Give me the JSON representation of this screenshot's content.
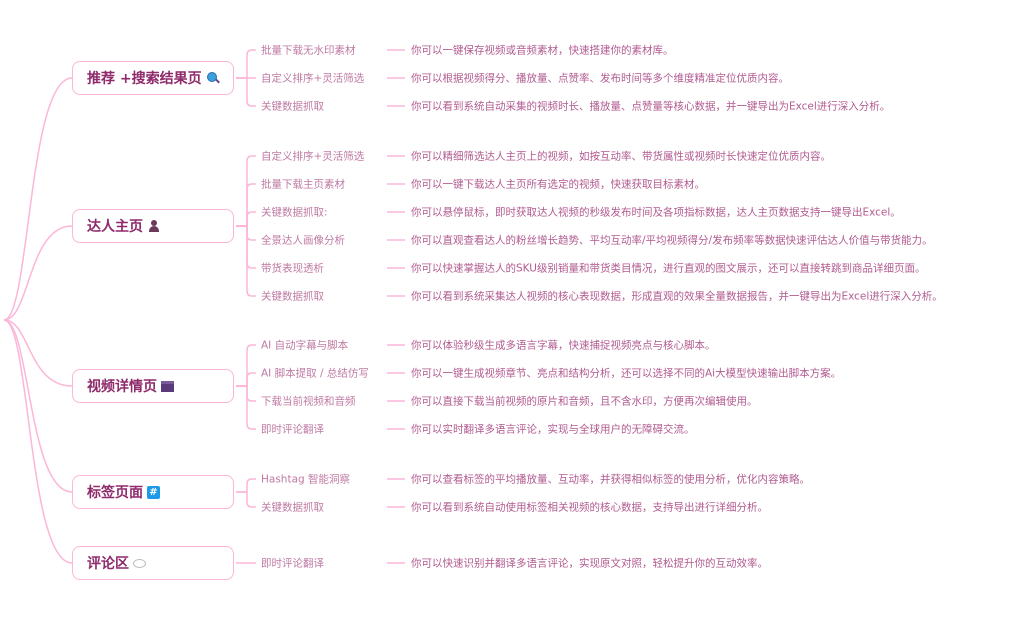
{
  "colors": {
    "line": "#fbb6d8",
    "branch_text": "#8f2a6b",
    "leaf_text": "#bf7aa3",
    "desc_text": "#b25b90"
  },
  "branches": [
    {
      "label": "推荐 +搜索结果页",
      "icon": "magnifier-icon",
      "items": [
        {
          "label": "批量下载无水印素材",
          "desc": "你可以一键保存视频或音频素材，快速搭建你的素材库。"
        },
        {
          "label": " 自定义排序+灵活筛选",
          "desc": "你可以根据视频得分、播放量、点赞率、发布时间等多个维度精准定位优质内容。"
        },
        {
          "label": "关键数据抓取",
          "desc": "你可以看到系统自动采集的视频时长、播放量、点赞量等核心数据，并一键导出为Excel进行深入分析。"
        }
      ]
    },
    {
      "label": "达人主页",
      "icon": "person-icon",
      "items": [
        {
          "label": "自定义排序+灵活筛选",
          "desc": "你可以精细筛选达人主页上的视频，如按互动率、带货属性或视频时长快速定位优质内容。"
        },
        {
          "label": "批量下载主页素材",
          "desc": "你可以一键下载达人主页所有选定的视频，快速获取目标素材。"
        },
        {
          "label": "关键数据抓取:",
          "desc": "你可以悬停鼠标，即时获取达人视频的秒级发布时间及各项指标数据，达人主页数据支持一键导出Excel。"
        },
        {
          "label": "全景达人画像分析",
          "desc": "你可以直观查看达人的粉丝增长趋势、平均互动率/平均视频得分/发布频率等数据快速评估达人价值与带货能力。"
        },
        {
          "label": "带货表现透析",
          "desc": "你可以快速掌握达人的SKU级别销量和带货类目情况，进行直观的图文展示，还可以直接转跳到商品详细页面。"
        },
        {
          "label": "关键数据抓取",
          "desc": "你可以看到系统采集达人视频的核心表现数据，形成直观的效果全量数据报告，并一键导出为Excel进行深入分析。"
        }
      ]
    },
    {
      "label": "视频详情页",
      "icon": "clapperboard-icon",
      "items": [
        {
          "label": "AI 自动字幕与脚本",
          "desc": "你可以体验秒级生成多语言字幕，快速捕捉视频亮点与核心脚本。"
        },
        {
          "label": "AI 脚本提取 / 总结仿写",
          "desc": "你可以一键生成视频章节、亮点和结构分析，还可以选择不同的Ai大模型快速输出脚本方案。"
        },
        {
          "label": "下载当前视频和音频",
          "desc": "你可以直接下载当前视频的原片和音频，且不含水印，方便再次编辑使用。"
        },
        {
          "label": "即时评论翻译",
          "desc": "你可以实时翻译多语言评论，实现与全球用户的无障碍交流。"
        }
      ]
    },
    {
      "label": "标签页面",
      "icon": "hashtag-icon",
      "icon_text": "#",
      "items": [
        {
          "label": "Hashtag 智能洞察",
          "desc": "你可以查看标签的平均播放量、互动率，并获得相似标签的使用分析，优化内容策略。"
        },
        {
          "label": "关键数据抓取",
          "desc": "你可以看到系统自动使用标签相关视频的核心数据，支持导出进行详细分析。"
        }
      ]
    },
    {
      "label": "评论区",
      "icon": "speech-bubble-icon",
      "items": [
        {
          "label": "即时评论翻译",
          "desc": "你可以快速识别并翻译多语言评论，实现原文对照，轻松提升你的互动效率。"
        }
      ]
    }
  ]
}
